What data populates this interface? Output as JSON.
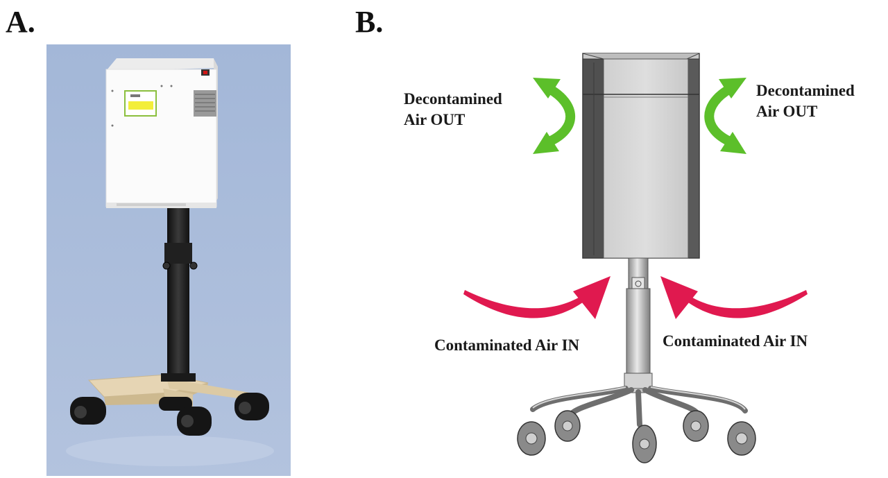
{
  "panels": {
    "a": "A.",
    "b": "B."
  },
  "annotations": {
    "out_left": {
      "line1": "Decontamined",
      "line2": "Air OUT"
    },
    "out_right": {
      "line1": "Decontamined",
      "line2": "Air OUT"
    },
    "in_left": "Contaminated Air IN",
    "in_right": "Contaminated Air IN"
  },
  "colors": {
    "photo_background": "#9fb4d6",
    "cabinet": "#fbfbfb",
    "pole": "#1c1c1c",
    "base": "#e6d5b4",
    "label_yellow": "#f3ee3a",
    "arrow_out": "#5cbf2a",
    "arrow_in": "#e0194f",
    "line_art": "#9a9a9a"
  }
}
